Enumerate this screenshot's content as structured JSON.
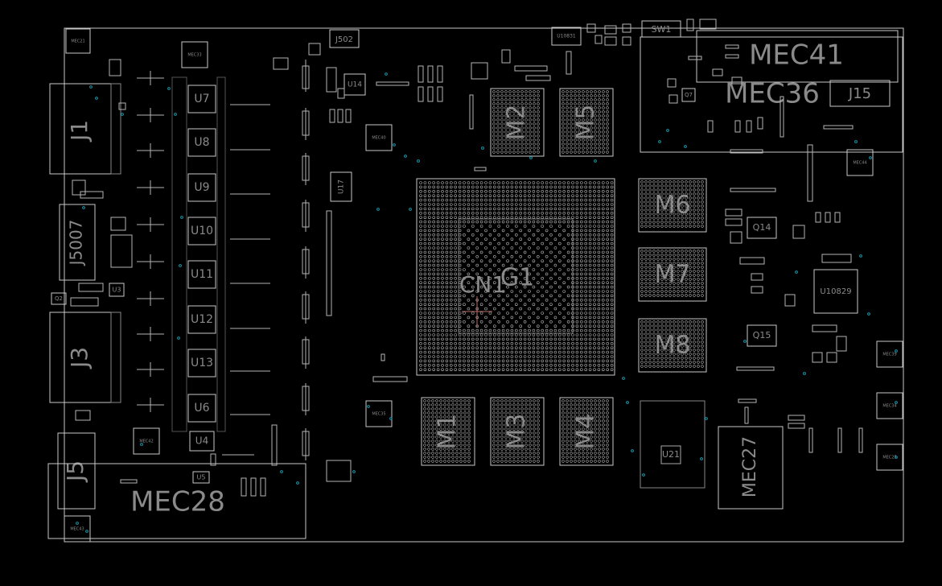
{
  "colors": {
    "background": "#000000",
    "outline": "#c8c8c8",
    "label": "#8a8a8a",
    "pad": "#b4b4b4",
    "via": "#1e8fa0",
    "crosshair": "#b86a6a"
  },
  "labels": {
    "j1": "J1",
    "j5007": "J5007",
    "j3": "J3",
    "j5": "J5",
    "j502": "J502",
    "j15": "J15",
    "sw1": "SW1",
    "u7": "U7",
    "u8": "U8",
    "u9": "U9",
    "u10": "U10",
    "u11": "U11",
    "u12": "U12",
    "u13": "U13",
    "u6": "U6",
    "u4": "U4",
    "u5": "U5",
    "u14": "U14",
    "u17": "U17",
    "u3": "U3",
    "u21": "U21",
    "u10829": "U10829",
    "u10831": "U10831",
    "q14": "Q14",
    "q15": "Q15",
    "q7": "Q7",
    "q2": "Q2",
    "m1": "M1",
    "m2": "M2",
    "m3": "M3",
    "m4": "M4",
    "m5": "M5",
    "m6": "M6",
    "m7": "M7",
    "m8": "M8",
    "g1": "G1",
    "cn1": "CN1",
    "mec41": "MEC41",
    "mec36": "MEC36",
    "mec28": "MEC28",
    "mec27": "MEC27",
    "mec21": "MEC21",
    "mec33": "MEC33",
    "mec40": "MEC40",
    "mec44": "MEC44",
    "mec35": "MEC35",
    "mec42": "MEC42",
    "mec43": "MEC43",
    "mec39": "MEC39",
    "mec34": "MEC34",
    "mec25": "MEC25"
  }
}
